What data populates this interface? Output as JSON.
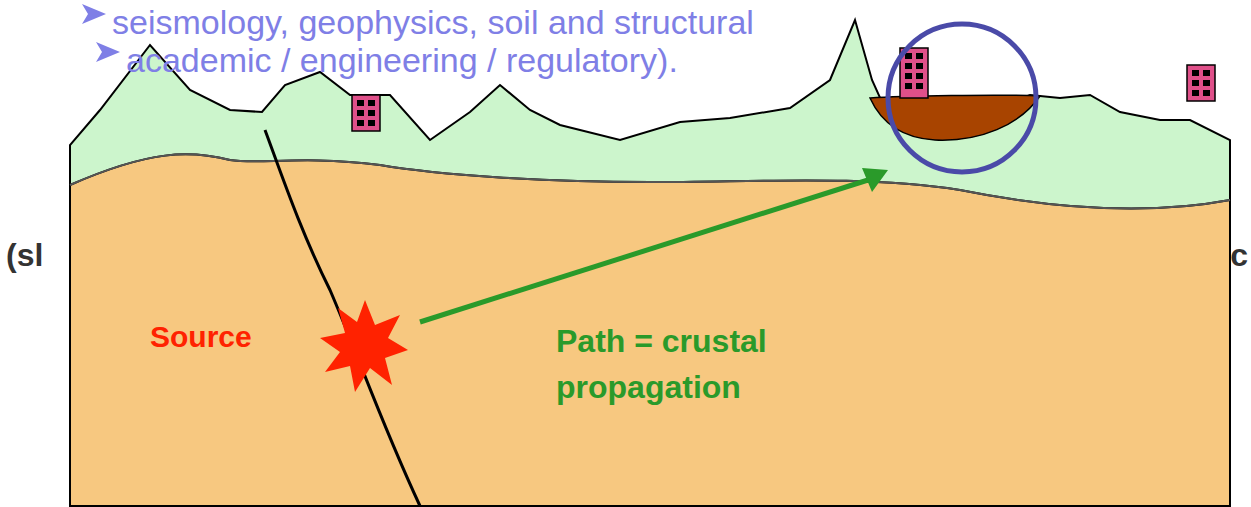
{
  "diagram": {
    "labels": [
      "seismology, geophysics, soil and structural",
      "academic / engineering / regulatory).",
      "(sl",
      "c",
      "Source",
      "Path = crustal propagation"
    ]
  }
}
